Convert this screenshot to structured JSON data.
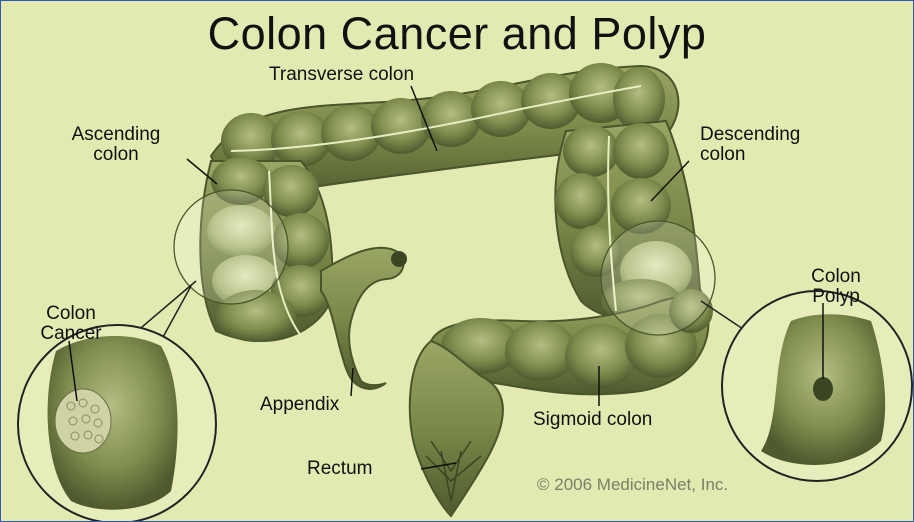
{
  "title": "Colon Cancer and Polyp",
  "labels": {
    "transverse_colon": "Transverse colon",
    "ascending_colon": [
      "Ascending",
      "colon"
    ],
    "descending_colon": [
      "Descending",
      "colon"
    ],
    "colon_cancer": [
      "Colon",
      "Cancer"
    ],
    "colon_polyp": [
      "Colon",
      "Polyp"
    ],
    "appendix": "Appendix",
    "sigmoid_colon": "Sigmoid colon",
    "rectum": "Rectum"
  },
  "copyright": "© 2006 MedicineNet, Inc.",
  "colors": {
    "background": "#e2eab2",
    "colon_fill": "#7f8d4e",
    "colon_dark": "#5a6636",
    "text": "#111111"
  }
}
